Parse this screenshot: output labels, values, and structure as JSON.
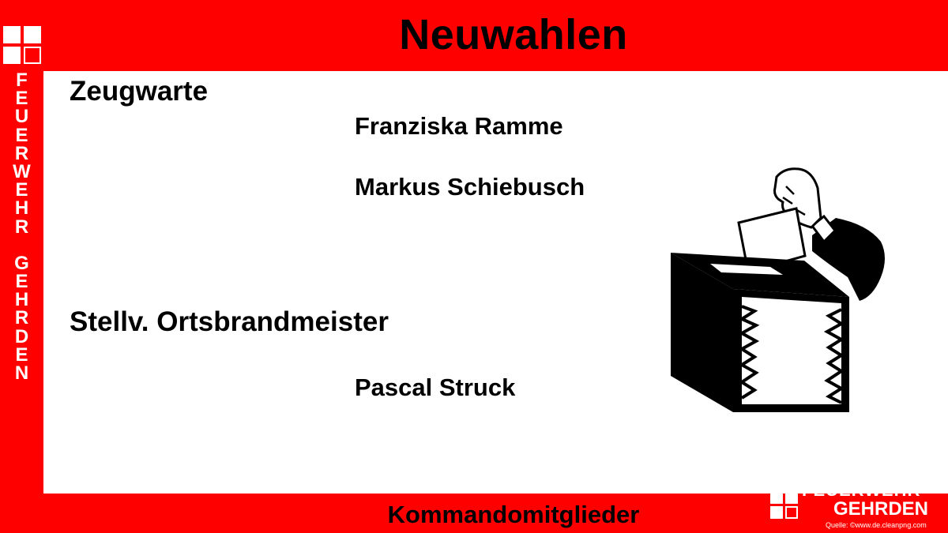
{
  "header": {
    "title": "Neuwahlen"
  },
  "sidebar": {
    "vertical_letters": [
      "F",
      "E",
      "U",
      "E",
      "R",
      "W",
      "E",
      "H",
      "R",
      "",
      "G",
      "E",
      "H",
      "R",
      "D",
      "E",
      "N"
    ]
  },
  "sections": [
    {
      "heading": "Zeugwarte",
      "names": [
        "Franziska Ramme",
        "Markus Schiebusch"
      ]
    },
    {
      "heading": "Stellv. Ortsbrandmeister",
      "names": [
        "Pascal Struck"
      ]
    }
  ],
  "footer": {
    "title": "Kommandomitglieder",
    "logo_line1": "FEUERWEHR",
    "logo_line2": "GEHRDEN",
    "source": "Quelle: ©www.de.cleanpng.com"
  },
  "illustration": {
    "icon": "ballot-box-icon"
  },
  "colors": {
    "brand_red": "#ff0000",
    "text": "#000000",
    "background": "#ffffff"
  }
}
